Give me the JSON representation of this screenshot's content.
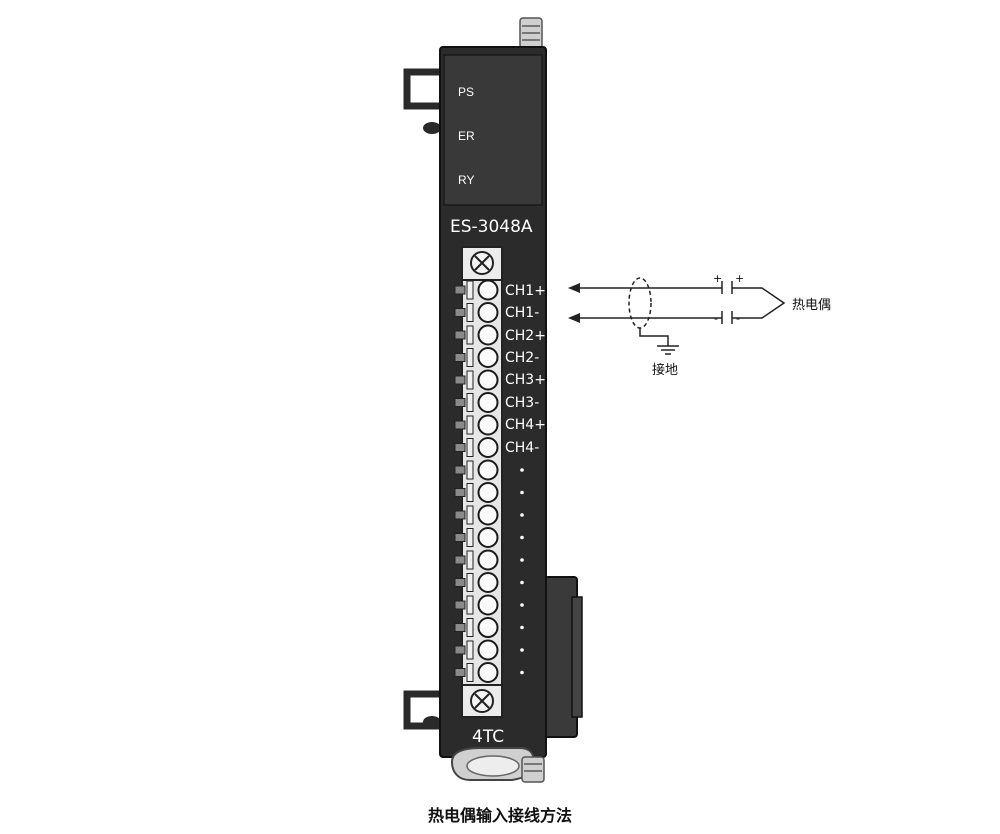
{
  "module": {
    "leds": [
      "PS",
      "ER",
      "RY"
    ],
    "model": "ES-3048A",
    "channels": [
      "CH1+",
      "CH1-",
      "CH2+",
      "CH2-",
      "CH3+",
      "CH3-",
      "CH4+",
      "CH4-"
    ],
    "footer_label": "4TC"
  },
  "wiring": {
    "plus": "+",
    "minus": "-",
    "sensor_label": "热电偶",
    "ground_label": "接地"
  },
  "caption": "热电偶输入接线方法",
  "colors": {
    "module_body": "#2b2b2b",
    "terminal": "#e6e6e6",
    "wire": "#222222"
  }
}
